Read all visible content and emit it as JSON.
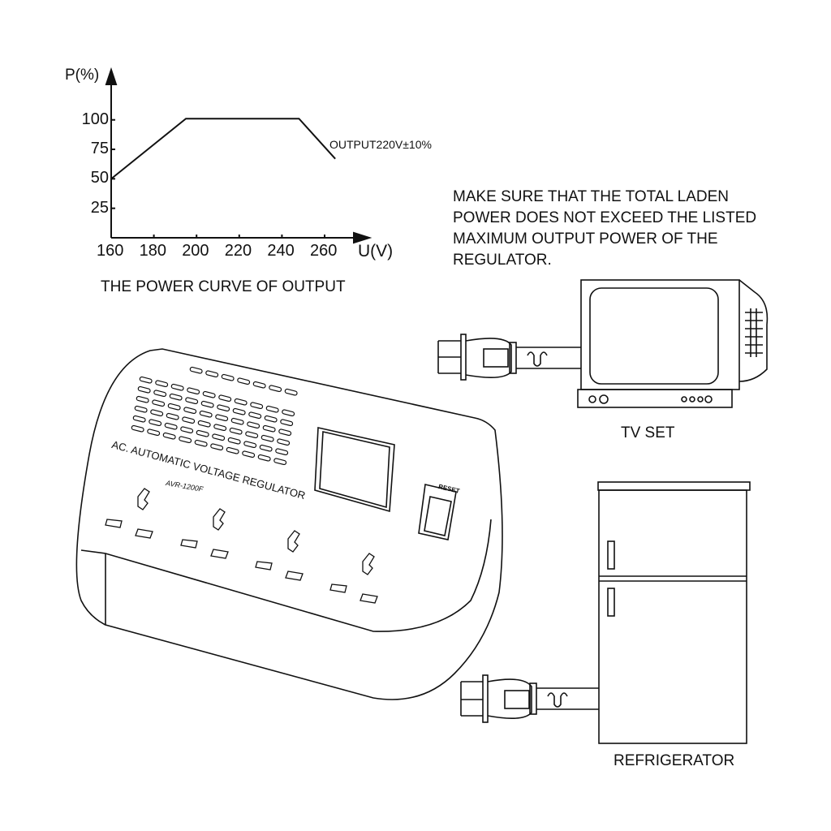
{
  "chart_data": {
    "type": "line",
    "title": "THE POWER CURVE OF OUTPUT",
    "xlabel": "U(V)",
    "ylabel": "P(%)",
    "x_ticks": [
      "160",
      "180",
      "200",
      "220",
      "240",
      "260"
    ],
    "y_ticks": [
      "100",
      "75",
      "50",
      "25"
    ],
    "xlim": [
      160,
      270
    ],
    "ylim": [
      0,
      125
    ],
    "series": [
      {
        "name": "OUTPUT220V±10%",
        "x": [
          160,
          195,
          248,
          265
        ],
        "y": [
          50,
          101,
          101,
          67
        ]
      }
    ],
    "annotation": "OUTPUT220V±10%",
    "grid": false
  },
  "note": {
    "lines": [
      "MAKE SURE THAT THE TOTAL LADEN",
      "POWER DOES NOT EXCEED THE LISTED",
      "MAXIMUM OUTPUT POWER OF THE",
      "REGULATOR."
    ]
  },
  "regulator": {
    "name": "AC. AUTOMATIC VOLTAGE REGULATOR",
    "model": "AVR-1200F",
    "reset_label": "RESET"
  },
  "devices": {
    "tv": "TV SET",
    "fridge": "REFRIGERATOR"
  }
}
